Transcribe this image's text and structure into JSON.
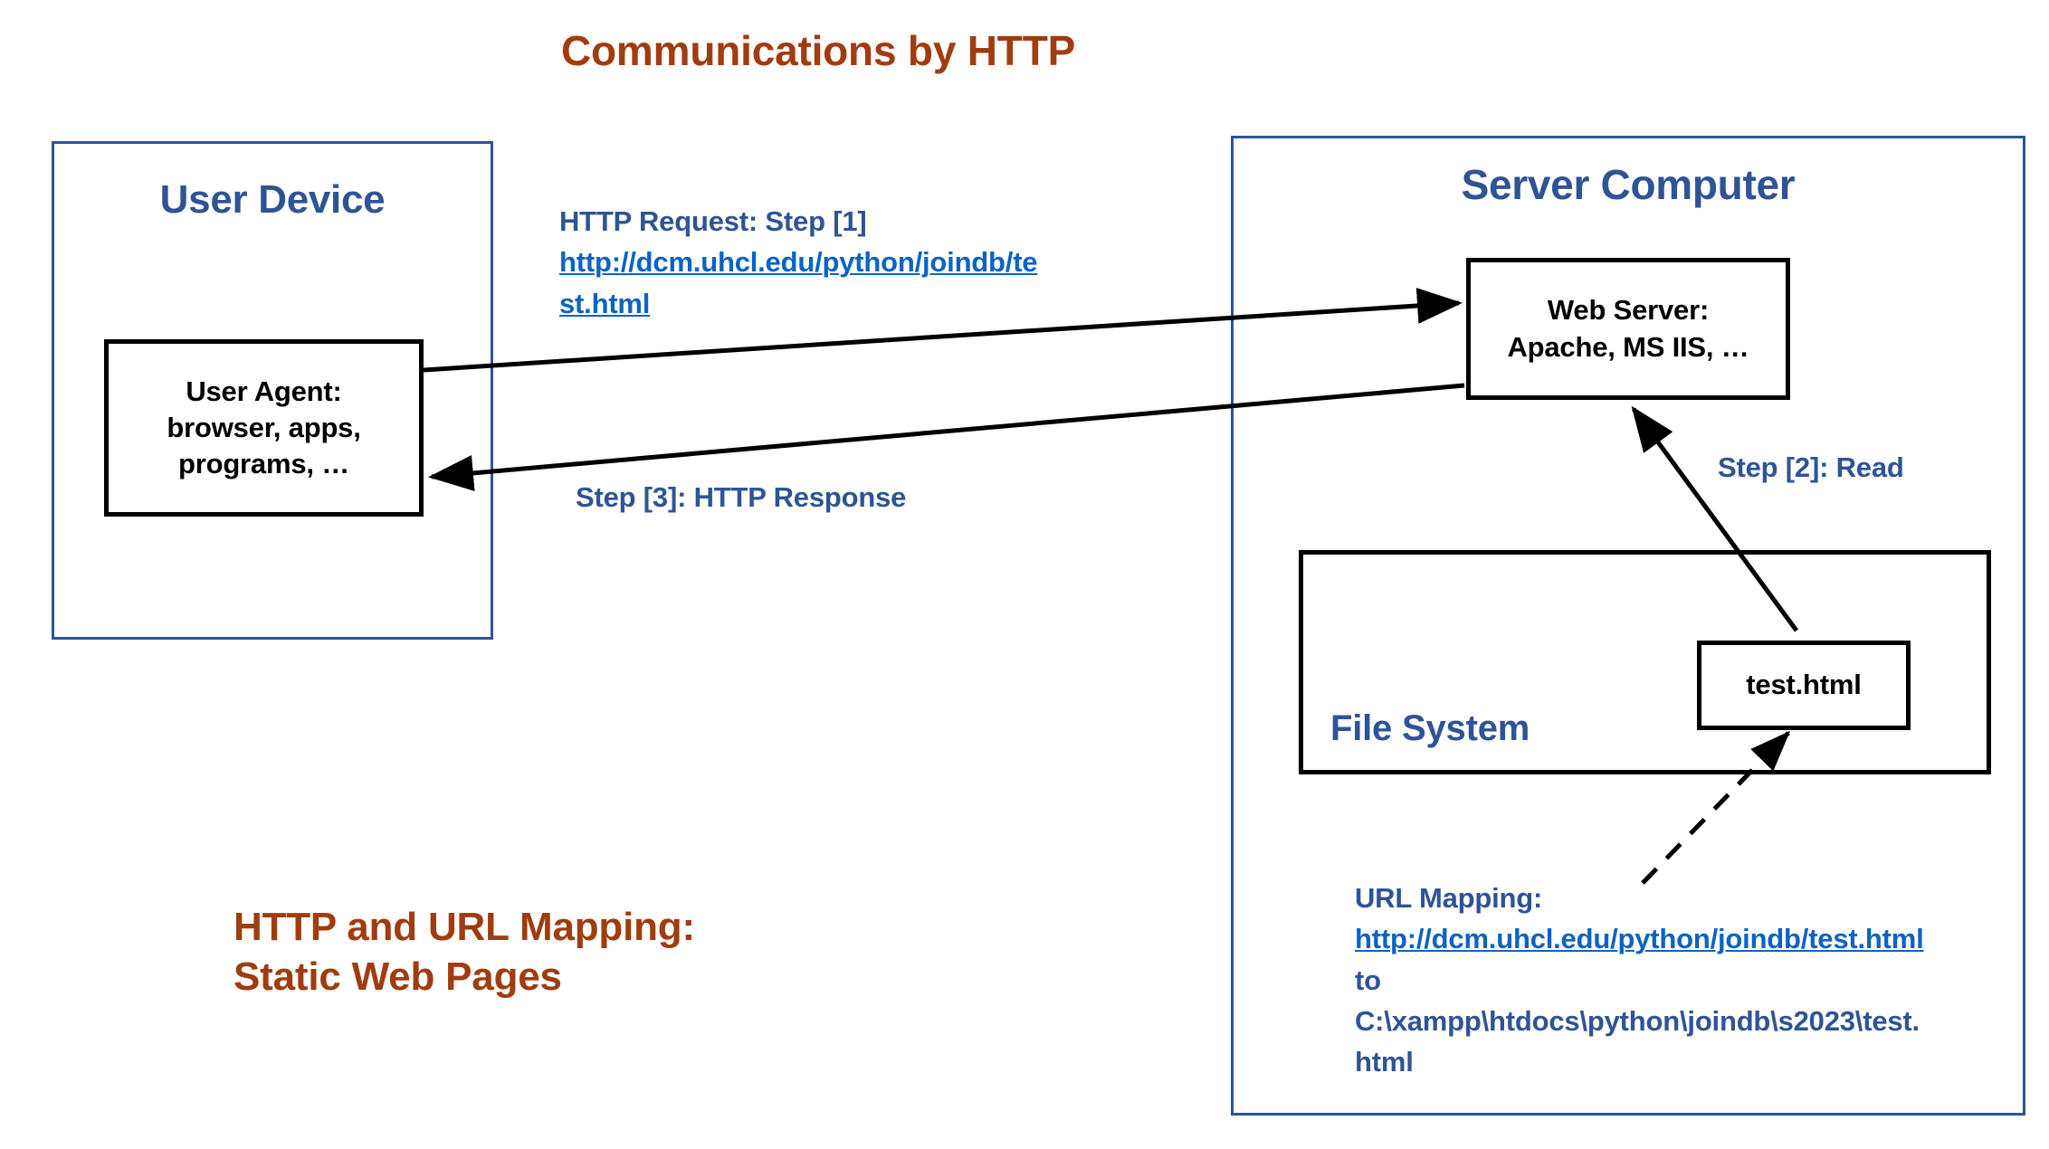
{
  "diagram": {
    "title": "Communications by HTTP",
    "caption": "HTTP and URL Mapping:\nStatic Web Pages",
    "colors": {
      "heading_blue": "#2E5496",
      "link_blue": "#0B63C5",
      "title_brown": "#A03C10",
      "box_black": "#000000"
    }
  },
  "user_device": {
    "title": "User Device",
    "user_agent_box": "User Agent:\nbrowser, apps,\nprograms, …"
  },
  "server_computer": {
    "title": "Server Computer",
    "web_server_box": "Web Server:\nApache, MS IIS, …",
    "file_system_title": "File System",
    "file_box": "test.html"
  },
  "flows": {
    "request_label": "HTTP Request: Step [1]",
    "request_url": "http://dcm.uhcl.edu/python/joindb/test.html",
    "response_label": "Step [3]: HTTP Response",
    "read_label": "Step [2]: Read"
  },
  "url_mapping": {
    "heading": "URL Mapping:",
    "source_url": "http://dcm.uhcl.edu/python/joindb/test.html",
    "connector": " to",
    "target_path": "C:\\xampp\\htdocs\\python\\joindb\\s2023\\test.html"
  }
}
